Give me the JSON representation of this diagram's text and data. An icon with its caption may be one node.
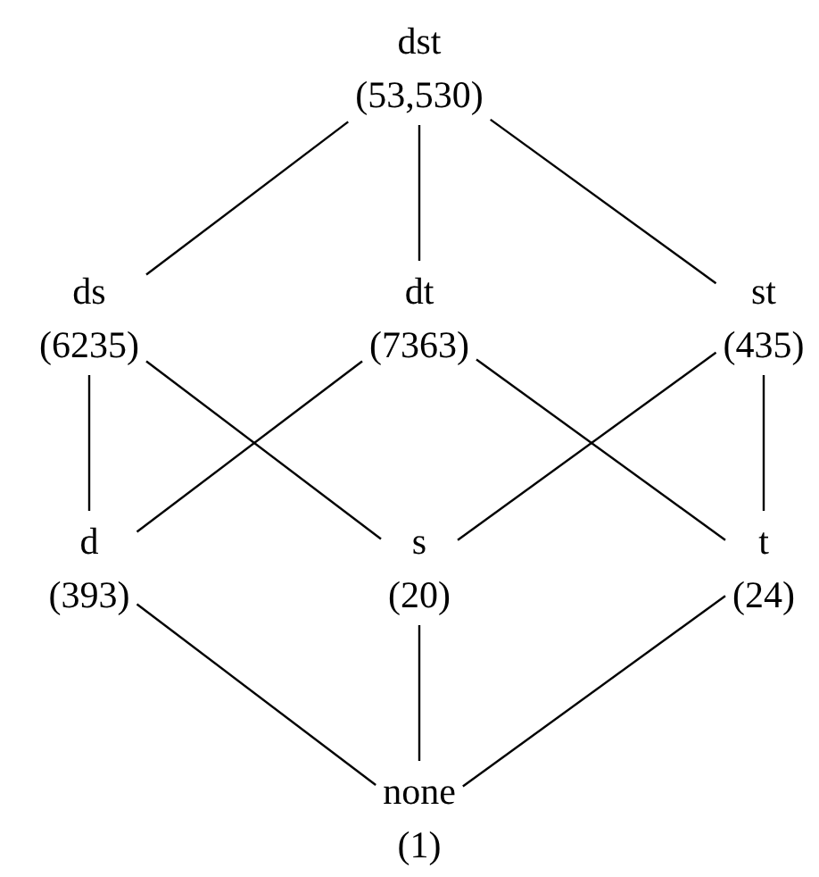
{
  "diagram": {
    "nodes": [
      {
        "text": [
          "dst",
          "(53,530)"
        ]
      },
      {
        "text": [
          "ds",
          "(6235)"
        ]
      },
      {
        "text": [
          "dt",
          "(7363)"
        ]
      },
      {
        "text": [
          "st",
          "(435)"
        ]
      },
      {
        "text": [
          "d",
          "(393)"
        ]
      },
      {
        "text": [
          "s",
          "(20)"
        ]
      },
      {
        "text": [
          "t",
          "(24)"
        ]
      },
      {
        "text": [
          "none",
          "(1)"
        ]
      }
    ],
    "edges": [
      {
        "from": 0,
        "to": 1,
        "arrow": "none"
      },
      {
        "from": 0,
        "to": 2,
        "arrow": "none"
      },
      {
        "from": 0,
        "to": 3,
        "arrow": "none"
      },
      {
        "from": 1,
        "to": 4,
        "arrow": "none"
      },
      {
        "from": 1,
        "to": 5,
        "arrow": "none"
      },
      {
        "from": 2,
        "to": 4,
        "arrow": "none"
      },
      {
        "from": 2,
        "to": 6,
        "arrow": "none"
      },
      {
        "from": 3,
        "to": 5,
        "arrow": "none"
      },
      {
        "from": 3,
        "to": 6,
        "arrow": "none"
      },
      {
        "from": 4,
        "to": 7,
        "arrow": "none"
      },
      {
        "from": 5,
        "to": 7,
        "arrow": "none"
      },
      {
        "from": 6,
        "to": 7,
        "arrow": "none"
      }
    ]
  }
}
